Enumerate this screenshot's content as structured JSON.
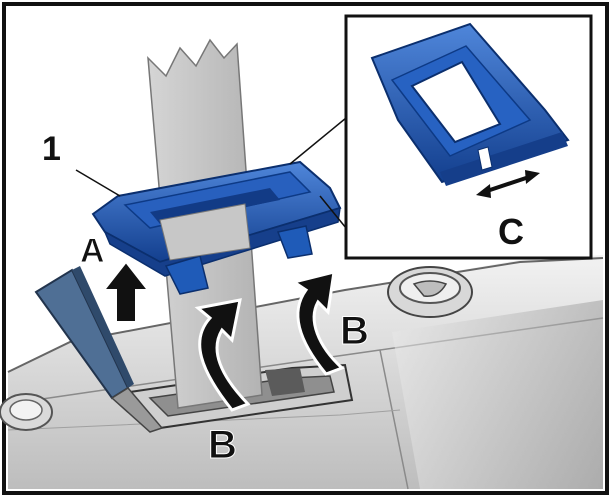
{
  "labels": {
    "part_number": "1",
    "arrow_a": "A",
    "arrow_b_left": "B",
    "arrow_b_right": "B",
    "arrow_c": "C"
  },
  "colors": {
    "part_blue": "#1f5bb8",
    "part_blue_dark": "#0d3a86",
    "part_blue_light": "#4f86da",
    "tool_blue": "#4f6f95",
    "belt_gray": "#c9c9c9",
    "trim_gray": "#e3e3e3",
    "outline": "#111111"
  }
}
